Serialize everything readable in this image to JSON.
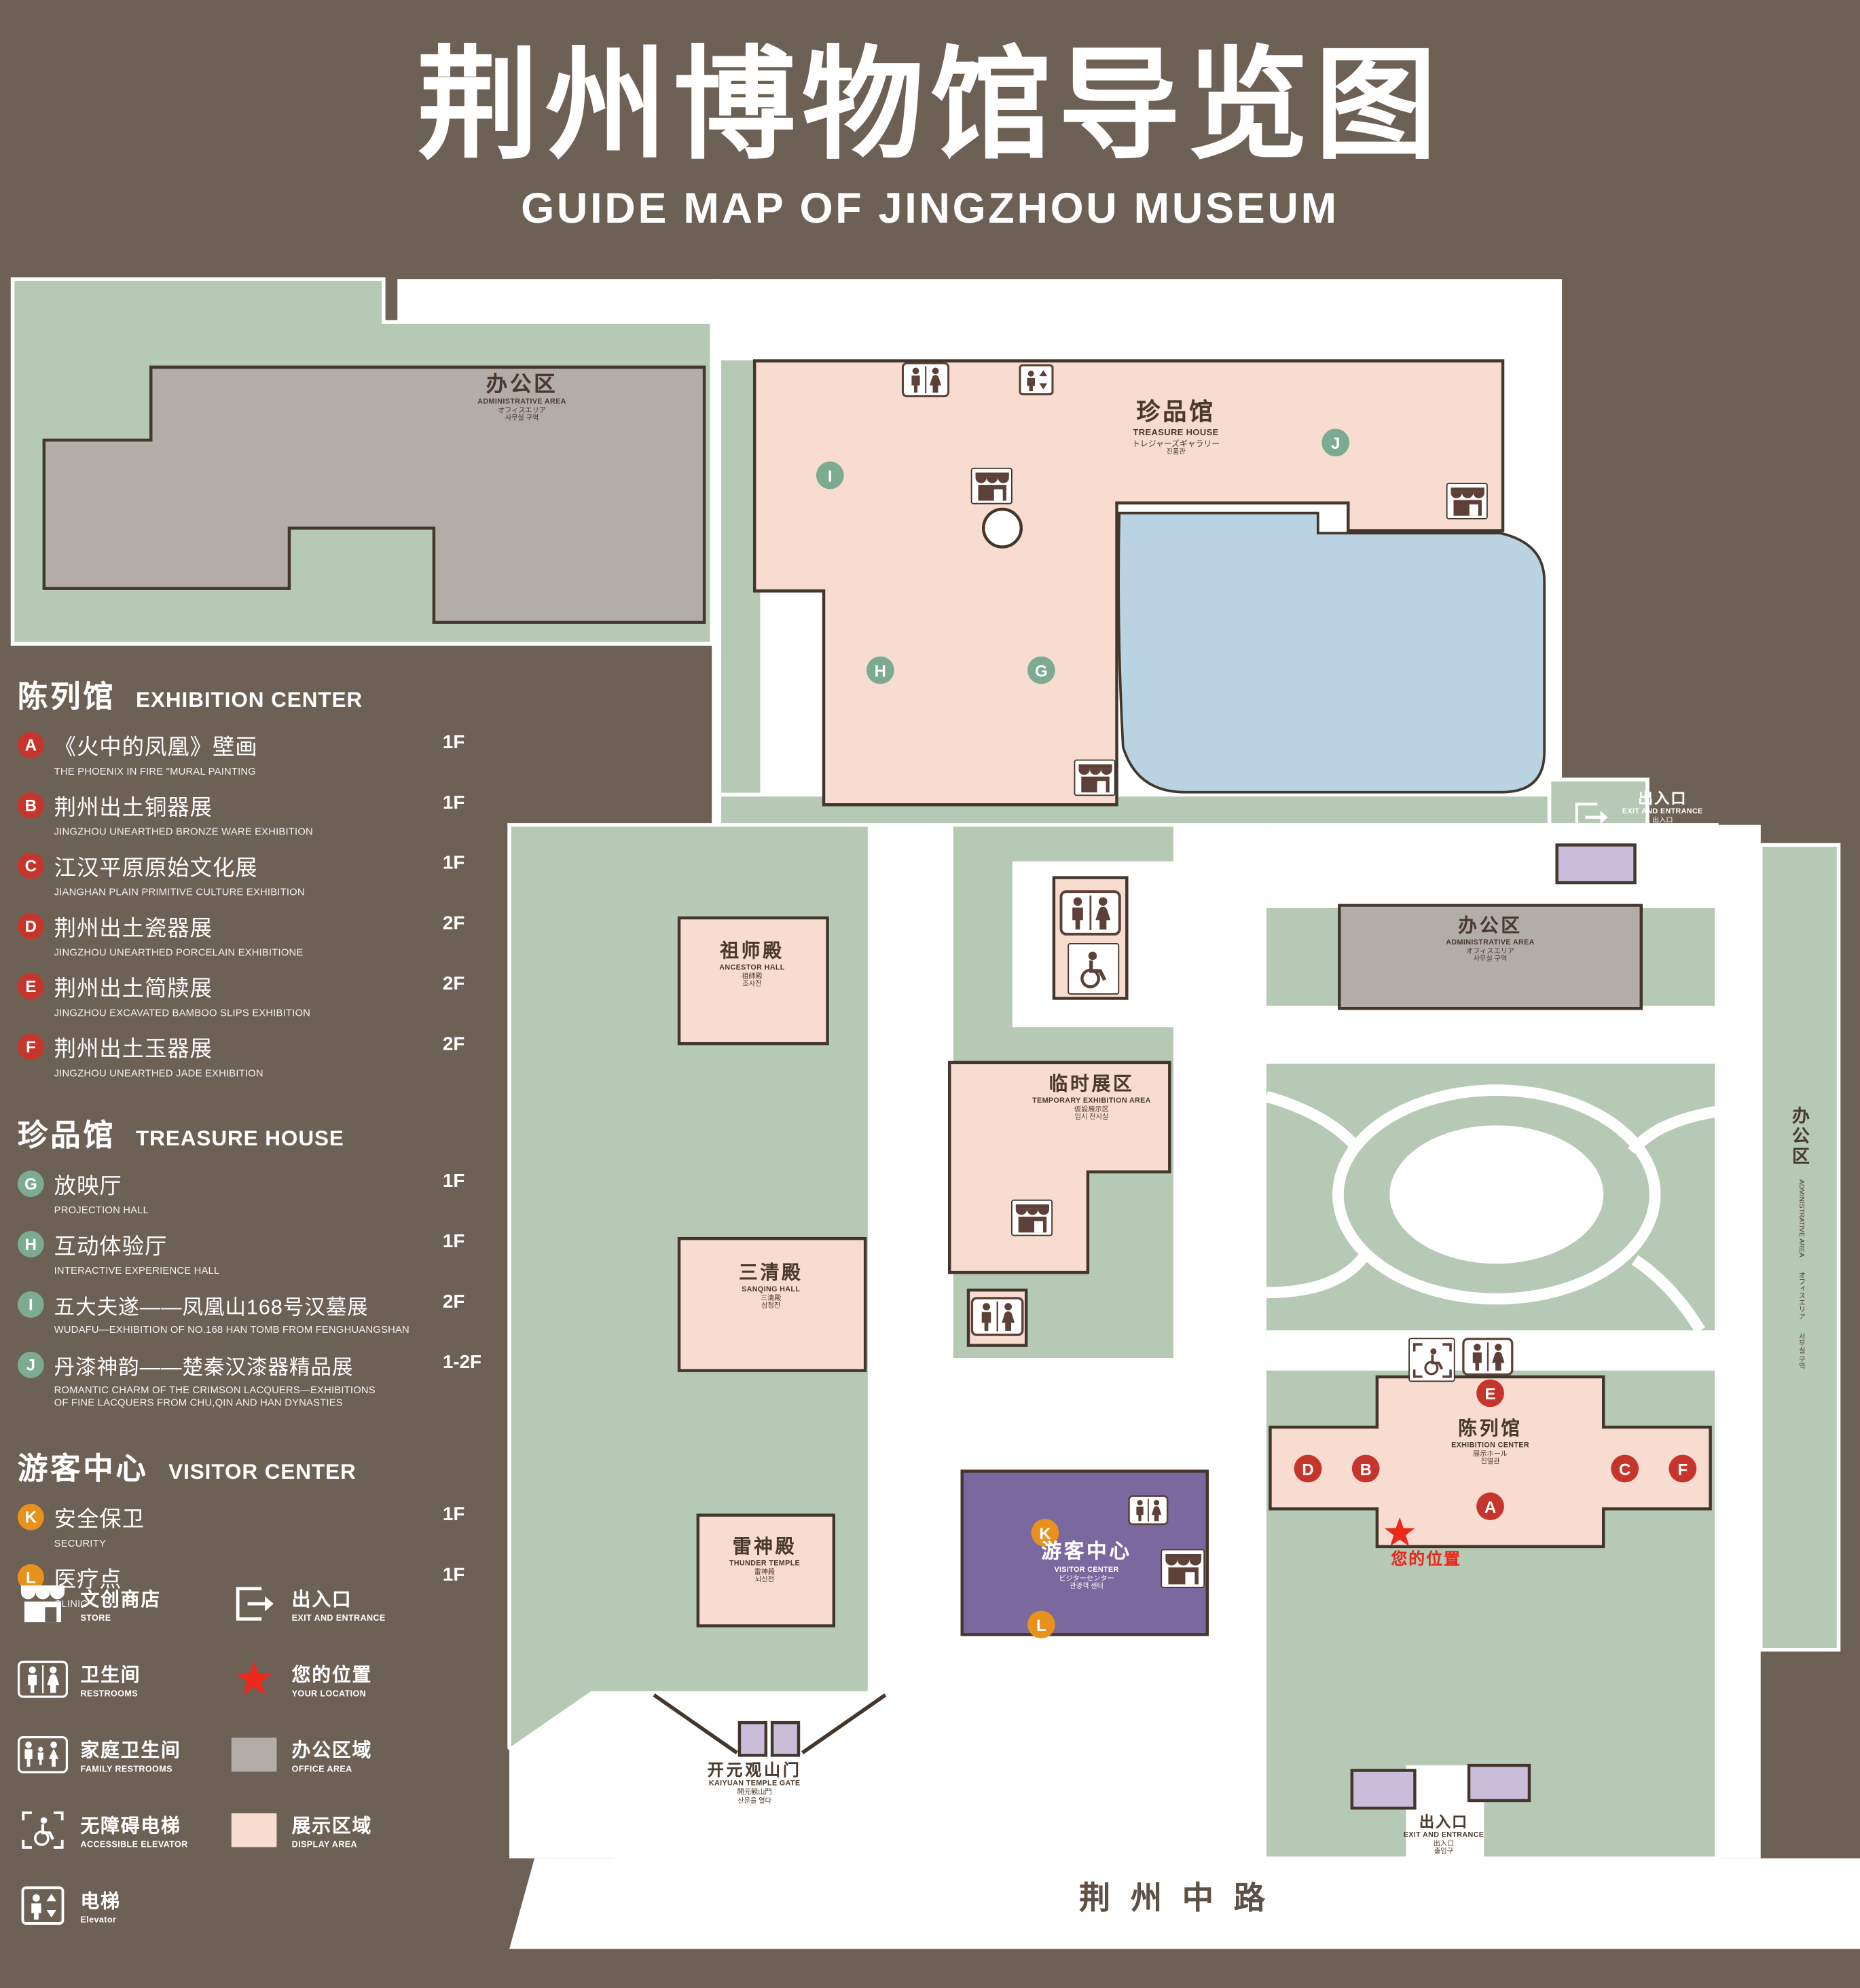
{
  "title": {
    "zh": "荆州博物馆导览图",
    "en": "GUIDE MAP OF JINGZHOU MUSEUM"
  },
  "colors": {
    "background": "#6d6054",
    "green_area": "#b6c9b4",
    "display_area": "#f8dcd0",
    "office_area": "#b3ada7",
    "pond": "#b9d3e2",
    "visitor_center": "#7a689e",
    "marker_red": "#c5352c",
    "marker_green": "#7cab91",
    "marker_orange": "#e8921e",
    "accent_red": "#e8291c"
  },
  "sidebar": {
    "sections": [
      {
        "zh": "陈列馆",
        "en": "EXHIBITION CENTER",
        "items": [
          {
            "letter": "A",
            "zh": "《火中的凤凰》壁画",
            "en": "THE PHOENIX IN FIRE \"MURAL PAINTING",
            "floor": "1F"
          },
          {
            "letter": "B",
            "zh": "荆州出土铜器展",
            "en": "JINGZHOU UNEARTHED BRONZE WARE EXHIBITION",
            "floor": "1F"
          },
          {
            "letter": "C",
            "zh": "江汉平原原始文化展",
            "en": "JIANGHAN PLAIN PRIMITIVE CULTURE EXHIBITION",
            "floor": "1F"
          },
          {
            "letter": "D",
            "zh": "荆州出土瓷器展",
            "en": "JINGZHOU UNEARTHED PORCELAIN EXHIBITIONE",
            "floor": "2F"
          },
          {
            "letter": "E",
            "zh": "荆州出土简牍展",
            "en": "JINGZHOU EXCAVATED BAMBOO SLIPS EXHIBITION",
            "floor": "2F"
          },
          {
            "letter": "F",
            "zh": "荆州出土玉器展",
            "en": "JINGZHOU UNEARTHED JADE EXHIBITION",
            "floor": "2F"
          }
        ]
      },
      {
        "zh": "珍品馆",
        "en": "TREASURE HOUSE",
        "items": [
          {
            "letter": "G",
            "zh": "放映厅",
            "en": "PROJECTION HALL",
            "floor": "1F"
          },
          {
            "letter": "H",
            "zh": "互动体验厅",
            "en": "INTERACTIVE EXPERIENCE HALL",
            "floor": "1F"
          },
          {
            "letter": "I",
            "zh": "五大夫遂——凤凰山168号汉墓展",
            "en": "WUDAFU—EXHIBITION OF NO.168 HAN TOMB FROM FENGHUANGSHAN",
            "floor": "2F"
          },
          {
            "letter": "J",
            "zh": "丹漆神韵——楚秦汉漆器精品展",
            "en": "ROMANTIC CHARM OF THE CRIMSON LACQUERS—EXHIBITIONS\nOF FINE LACQUERS FROM CHU,QIN AND HAN DYNASTIES",
            "floor": "1-2F"
          }
        ]
      },
      {
        "zh": "游客中心",
        "en": "VISITOR CENTER",
        "items": [
          {
            "letter": "K",
            "zh": "安全保卫",
            "en": "SECURITY",
            "floor": "1F"
          },
          {
            "letter": "L",
            "zh": "医疗点",
            "en": "CLINIC",
            "floor": "1F"
          }
        ]
      }
    ],
    "legend": [
      {
        "zh": "文创商店",
        "en": "STORE"
      },
      {
        "zh": "出入口",
        "en": "EXIT AND ENTRANCE"
      },
      {
        "zh": "卫生间",
        "en": "RESTROOMS"
      },
      {
        "zh": "您的位置",
        "en": "YOUR LOCATION"
      },
      {
        "zh": "家庭卫生间",
        "en": "FAMILY RESTROOMS"
      },
      {
        "zh": "办公区域",
        "en": "OFFICE AREA"
      },
      {
        "zh": "无障碍电梯",
        "en": "ACCESSIBLE ELEVATOR"
      },
      {
        "zh": "展示区域",
        "en": "DISPLAY AREA"
      },
      {
        "zh": "电梯",
        "en": "Elevator"
      }
    ]
  },
  "map": {
    "markers": [
      "A",
      "B",
      "C",
      "D",
      "E",
      "F",
      "G",
      "H",
      "I",
      "J",
      "K",
      "L"
    ],
    "labels": {
      "admin": {
        "zh": "办公区",
        "en": "ADMINISTRATIVE AREA",
        "ja": "オフィスエリア",
        "ko": "사무실 구역"
      },
      "treasure": {
        "zh": "珍品馆",
        "en": "TREASURE HOUSE",
        "ja": "トレジャーズギャラリー",
        "ko": "진품관"
      },
      "ancestor": {
        "zh": "祖师殿",
        "en": "ANCESTOR HALL",
        "ja": "祖師殿",
        "ko": "조사전"
      },
      "temporary": {
        "zh": "临时展区",
        "en": "TEMPORARY EXHIBITION AREA",
        "ja": "仮設展示区",
        "ko": "임시 전시실"
      },
      "sanqing": {
        "zh": "三清殿",
        "en": "SANQING HALL",
        "ja": "三清殿",
        "ko": "삼청전"
      },
      "thunder": {
        "zh": "雷神殿",
        "en": "THUNDER TEMPLE",
        "ja": "雷神殿",
        "ko": "뇌신전"
      },
      "visitor": {
        "zh": "游客中心",
        "en": "VISITOR CENTER",
        "ja": "ビジターセンター",
        "ko": "관광객 센터"
      },
      "exhibition": {
        "zh": "陈列馆",
        "en": "EXHIBITION CENTER",
        "ja": "展示ホール",
        "ko": "진열관"
      },
      "gate": {
        "zh": "开元观山门",
        "en": "KAIYUAN TEMPLE GATE",
        "ja": "開元観山門",
        "ko": "산문을 열다"
      },
      "exit": {
        "zh": "出入口",
        "en": "EXIT AND ENTRANCE",
        "ja": "出入口",
        "ko": "출입구"
      },
      "road": {
        "zh": "荆州中路"
      },
      "your_location": {
        "zh": "您的位置"
      }
    }
  }
}
